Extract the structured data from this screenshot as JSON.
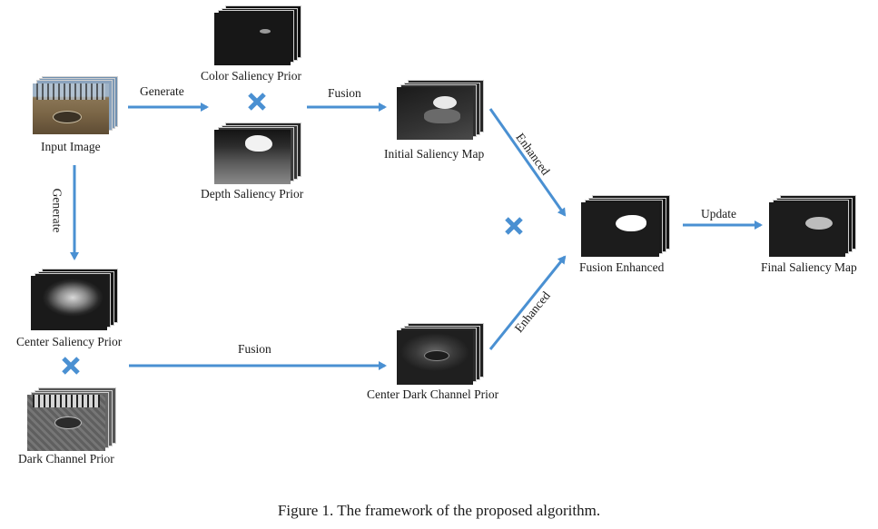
{
  "nodes": {
    "input_image": "Input Image",
    "color_saliency_prior": "Color Saliency Prior",
    "depth_saliency_prior": "Depth Saliency Prior",
    "initial_saliency_map": "Initial Saliency Map",
    "fusion_enhanced": "Fusion Enhanced",
    "final_saliency_map": "Final Saliency Map",
    "center_saliency_prior": "Center Saliency Prior",
    "dark_channel_prior": "Dark Channel Prior",
    "center_dark_channel_prior": "Center Dark Channel Prior"
  },
  "edges": {
    "generate_right": "Generate",
    "generate_down": "Generate",
    "fusion_top": "Fusion",
    "fusion_bottom": "Fusion",
    "enhanced_top": "Enhanced",
    "enhanced_bottom": "Enhanced",
    "update": "Update"
  },
  "operator_symbol": "×",
  "caption": "Figure 1. The framework of the proposed algorithm.",
  "colors": {
    "arrow": "#4a90d2",
    "operator": "#4a90d2"
  }
}
